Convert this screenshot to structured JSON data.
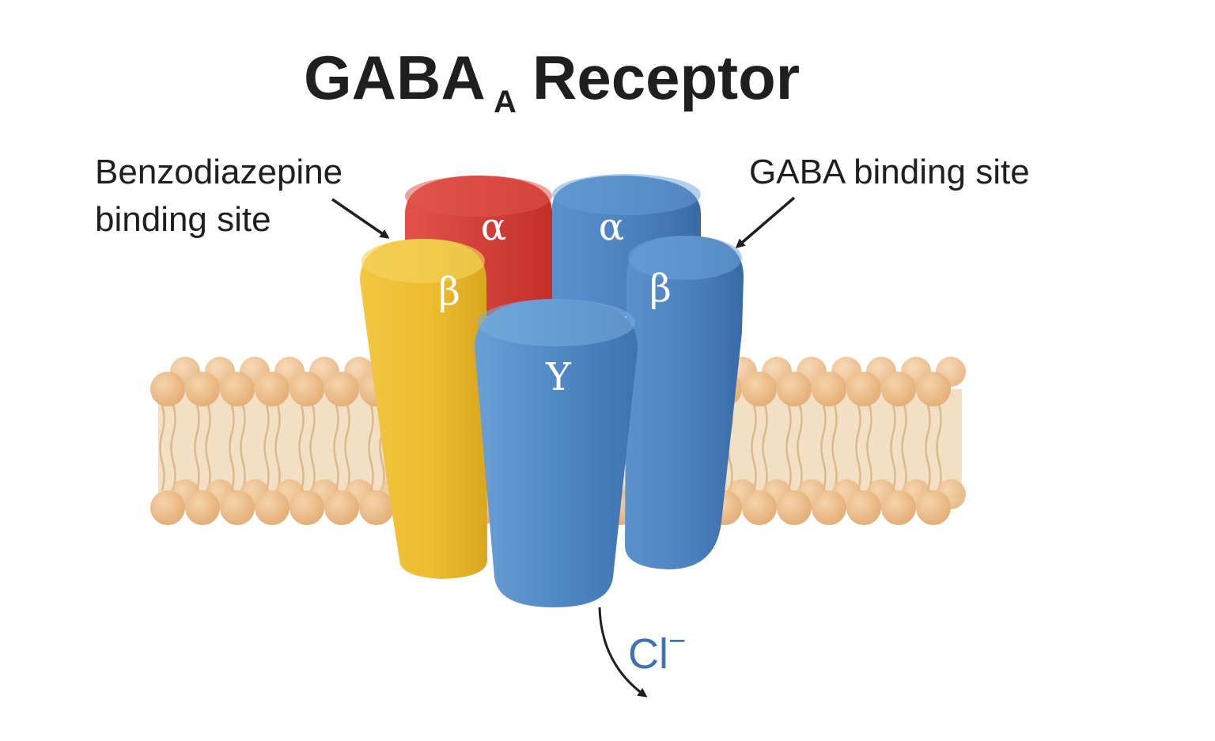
{
  "title": {
    "main": "GABA",
    "subscript": "A",
    "rest": "Receptor"
  },
  "labels": {
    "benzodiazepine_line1": "Benzodiazepine",
    "benzodiazepine_line2": "binding site",
    "gaba_site": "GABA binding site"
  },
  "subunits": [
    {
      "id": "alpha-red",
      "symbol": "α",
      "color": "#d63b34"
    },
    {
      "id": "alpha-blue",
      "symbol": "α",
      "color": "#4a7fbd"
    },
    {
      "id": "beta-yellow",
      "symbol": "β",
      "color": "#eebd30"
    },
    {
      "id": "beta-blue",
      "symbol": "β",
      "color": "#4a7fbd"
    },
    {
      "id": "gamma-blue",
      "symbol": "Y",
      "color": "#4f87c4"
    }
  ],
  "ion": {
    "symbol": "Cl",
    "charge": "−",
    "color": "#3f73b3"
  },
  "membrane": {
    "head_color": "#eec08e",
    "tail_color": "#f3dfc3"
  }
}
